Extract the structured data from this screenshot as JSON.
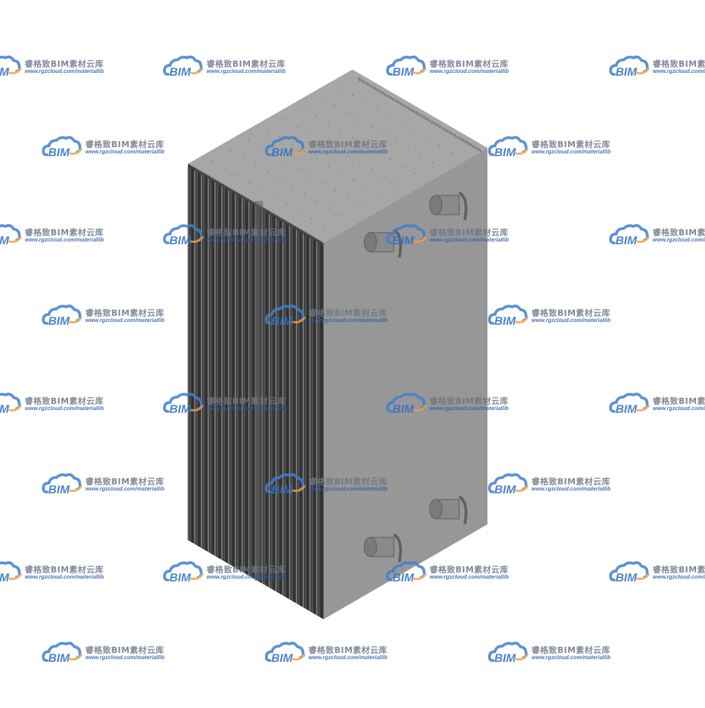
{
  "watermark": {
    "brand_cn": "睿格致BIM素材云库",
    "url": "www.rgzcloud.com/materiallib",
    "logo_text": "BIM",
    "logo_cloud_color": "#3f7fd0",
    "logo_arc_color": "#f0a040"
  },
  "object": {
    "name": "plate-heat-exchanger",
    "face_top_color": "#a7a7a7",
    "face_front_color": "#979797",
    "face_side_color": "#3a3a3a",
    "nozzle_color": "#8a8a8a",
    "nozzle_count": 4
  }
}
